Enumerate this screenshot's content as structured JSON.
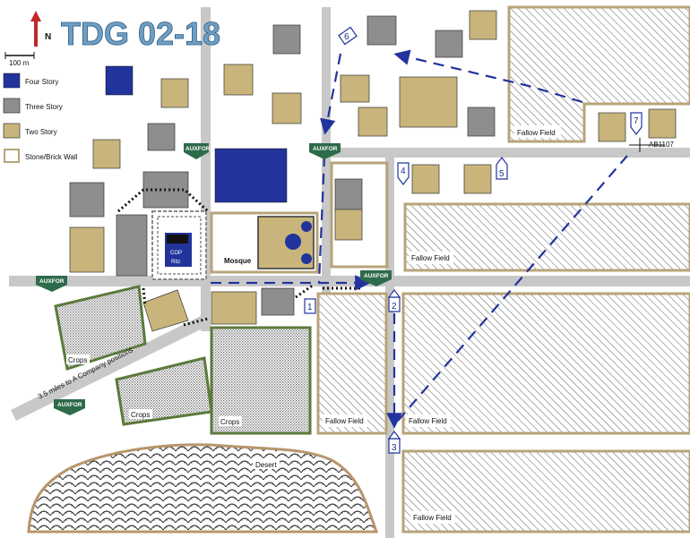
{
  "title": "TDG 02-18",
  "north_label": "N",
  "scale_label": "100 m",
  "legend": [
    {
      "label": "Four Story",
      "color": "#22349c"
    },
    {
      "label": "Three Story",
      "color": "#8e8e8e"
    },
    {
      "label": "Two Story",
      "color": "#c9b57c"
    },
    {
      "label": "Stone/Brick Wall",
      "color": "#ffffff"
    }
  ],
  "labels": {
    "mosque": "Mosque",
    "cop_line1": "COP",
    "cop_line2": "Ritz",
    "desert": "Desert",
    "road_note": "3.5 miles to A Company positions",
    "grid_ref": "AB1107"
  },
  "auxfor_label": "AUXFOR",
  "fields": [
    {
      "id": "fallow-1",
      "label": "Fallow Field"
    },
    {
      "id": "fallow-2",
      "label": "Fallow Field"
    },
    {
      "id": "fallow-3",
      "label": "Fallow Field"
    },
    {
      "id": "fallow-4",
      "label": "Fallow Field"
    },
    {
      "id": "fallow-5",
      "label": "Fallow Field"
    },
    {
      "id": "crops-1",
      "label": "Crops"
    },
    {
      "id": "crops-2",
      "label": "Crops"
    },
    {
      "id": "crops-3",
      "label": "Crops"
    }
  ],
  "route_points": [
    "1",
    "2",
    "3",
    "4",
    "5",
    "6",
    "7"
  ],
  "colors": {
    "four_story": "#22349c",
    "three_story": "#8e8e8e",
    "two_story": "#c9b57c",
    "road": "#c8c8c8",
    "route": "#22349c",
    "auxfor": "#2e6b4a",
    "crops_border": "#5c7a3c",
    "field_border": "#b8a47a",
    "desert_border": "#b8956a"
  }
}
